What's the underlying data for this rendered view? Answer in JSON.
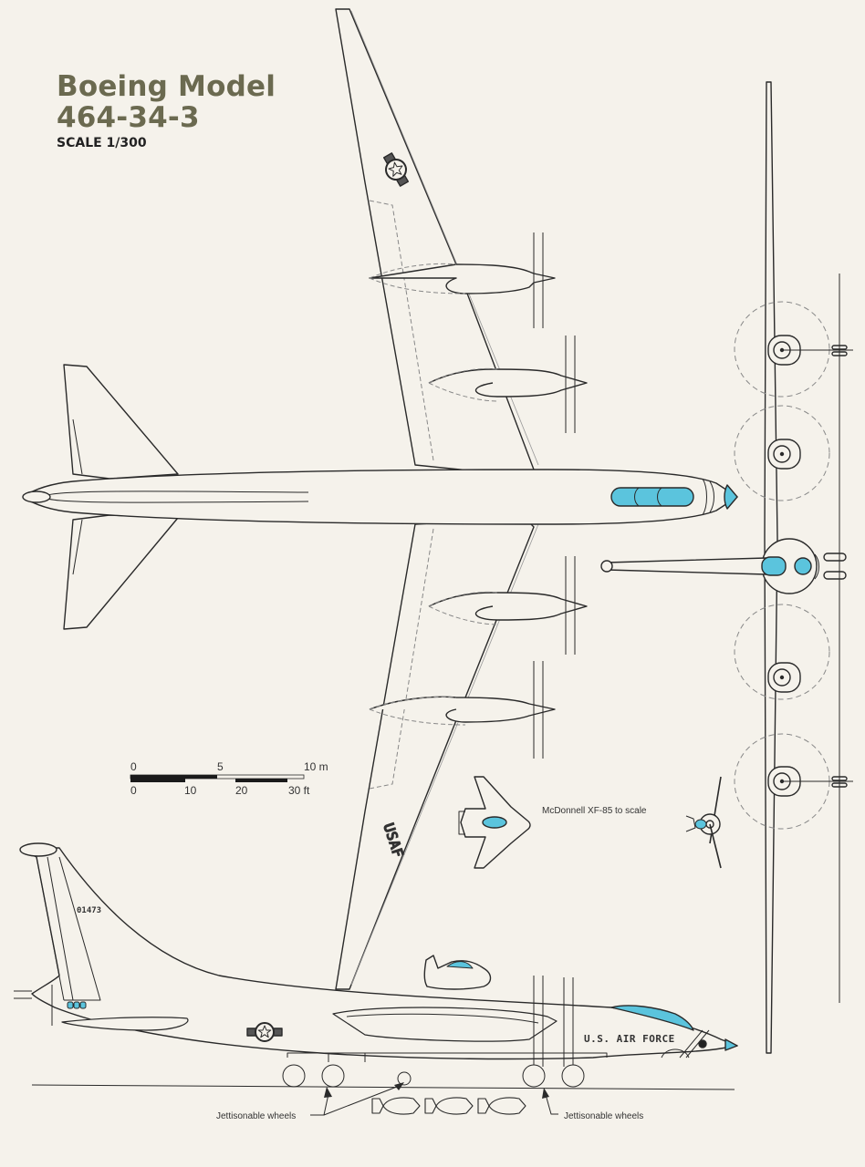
{
  "header": {
    "title_line1": "Boeing Model",
    "title_line2": "464-34-3",
    "scale": "SCALE 1/300"
  },
  "scale_bar": {
    "metric_ticks": [
      "0",
      "5",
      "10 m"
    ],
    "imperial_ticks": [
      "0",
      "10",
      "20",
      "30 ft"
    ]
  },
  "annotations": {
    "xf85_caption": "McDonnell XF-85 to scale",
    "jettisonable_left": "Jettisonable wheels",
    "jettisonable_right": "Jettisonable wheels"
  },
  "markings": {
    "tail_number": "01473",
    "fuselage_text": "U.S. AIR FORCE",
    "wing_text": "USAF"
  },
  "colors": {
    "background": "#f5f2eb",
    "title": "#6b6a50",
    "line": "#2a2a2a",
    "canopy_blue": "#5bc4dd",
    "dashed": "#888888"
  }
}
